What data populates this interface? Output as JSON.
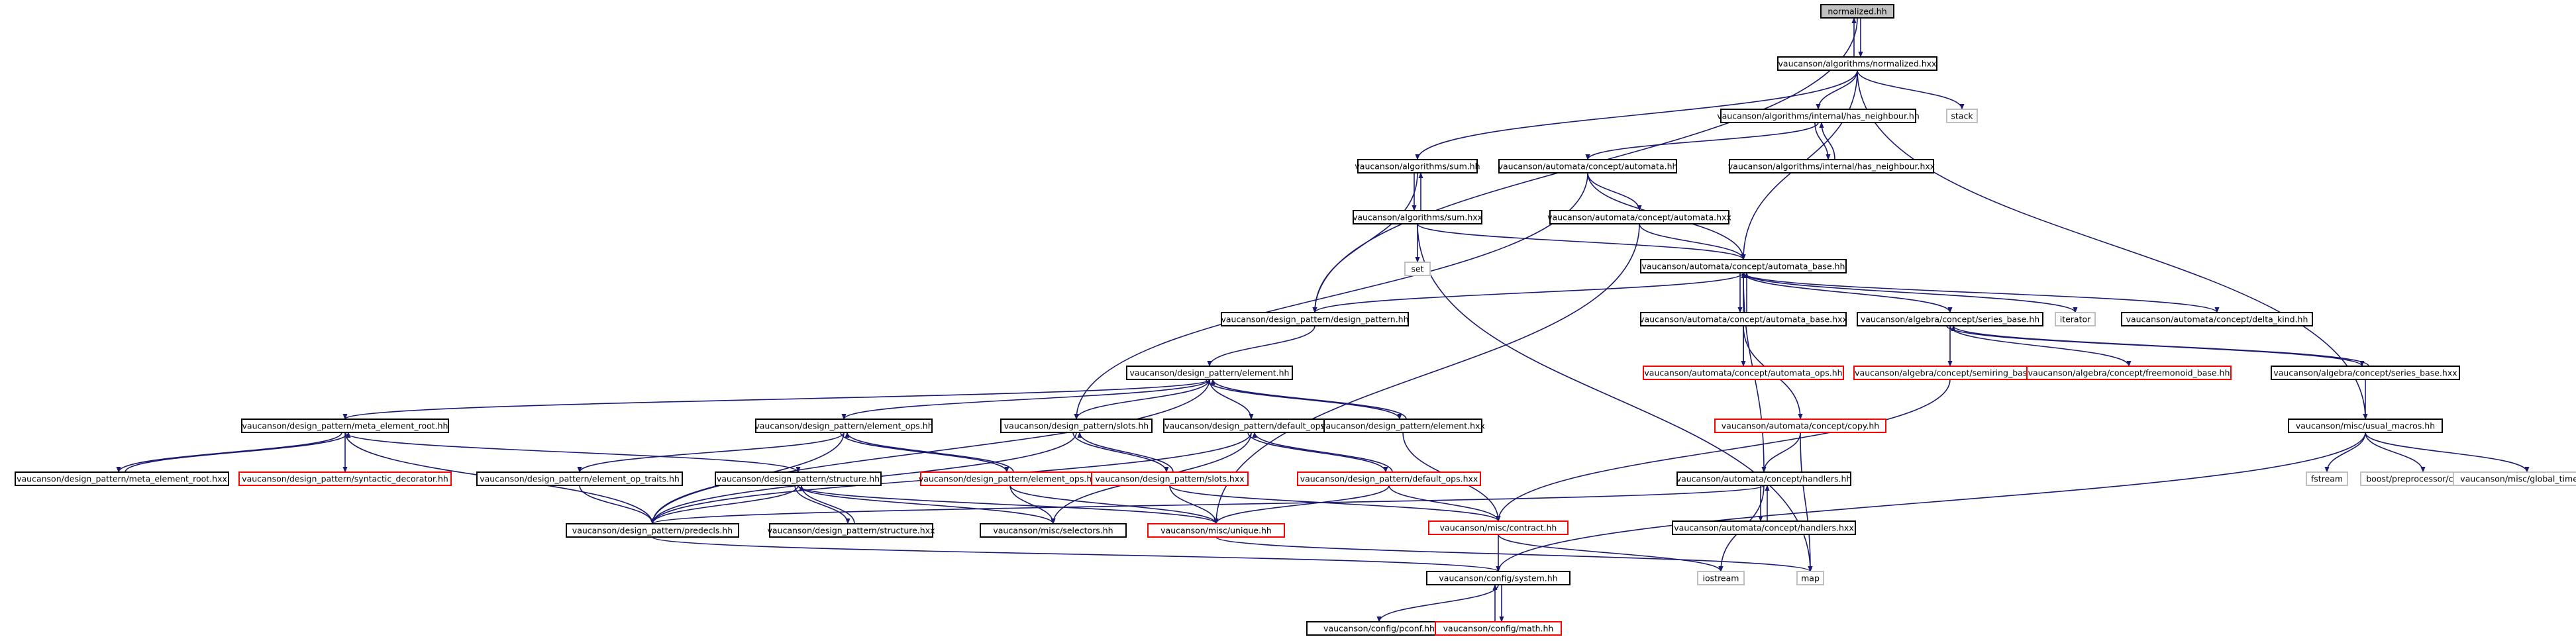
{
  "colors": {
    "edge": "#191970",
    "root_fill": "#c0c0c0",
    "border_normal": "#000000",
    "border_missing": "#ff0000",
    "border_system": "#c0c0c0"
  },
  "nodes": {
    "root": "normalized.hh",
    "normalized_hxx": "vaucanson/algorithms/normalized.hxx",
    "has_neighbour_hh": "vaucanson/algorithms/internal/has_neighbour.hh",
    "has_neighbour_hxx": "vaucanson/algorithms/internal/has_neighbour.hxx",
    "stack": "stack",
    "sum_hh": "vaucanson/algorithms/sum.hh",
    "sum_hxx": "vaucanson/algorithms/sum.hxx",
    "set": "set",
    "automata_hh": "vaucanson/automata/concept/automata.hh",
    "automata_hxx": "vaucanson/automata/concept/automata.hxx",
    "automata_base_hh": "vaucanson/automata/concept/automata_base.hh",
    "design_pattern_hh": "vaucanson/design_pattern/design_pattern.hh",
    "automata_base_hxx": "vaucanson/automata/concept/automata_base.hxx",
    "series_base_hh": "vaucanson/algebra/concept/series_base.hh",
    "iterator": "iterator",
    "delta_kind_hh": "vaucanson/automata/concept/delta_kind.hh",
    "automata_ops_hh": "vaucanson/automata/concept/automata_ops.hh",
    "semiring_base_hh": "vaucanson/algebra/concept/semiring_base.hh",
    "freemonoid_base_hh": "vaucanson/algebra/concept/freemonoid_base.hh",
    "series_base_hxx": "vaucanson/algebra/concept/series_base.hxx",
    "element_hh": "vaucanson/design_pattern/element.hh",
    "copy_hh": "vaucanson/automata/concept/copy.hh",
    "usual_macros_hh": "vaucanson/misc/usual_macros.hh",
    "meta_element_root_hh": "vaucanson/design_pattern/meta_element_root.hh",
    "element_ops_hh": "vaucanson/design_pattern/element_ops.hh",
    "slots_hh": "vaucanson/design_pattern/slots.hh",
    "default_ops_hh": "vaucanson/design_pattern/default_ops.hh",
    "element_hxx": "vaucanson/design_pattern/element.hxx",
    "meta_element_root_hxx": "vaucanson/design_pattern/meta_element_root.hxx",
    "syntactic_decorator_hh": "vaucanson/design_pattern/syntactic_decorator.hh",
    "element_op_traits_hh": "vaucanson/design_pattern/element_op_traits.hh",
    "structure_hh": "vaucanson/design_pattern/structure.hh",
    "element_ops_hxx": "vaucanson/design_pattern/element_ops.hxx",
    "slots_hxx": "vaucanson/design_pattern/slots.hxx",
    "default_ops_hxx": "vaucanson/design_pattern/default_ops.hxx",
    "handlers_hh": "vaucanson/automata/concept/handlers.hh",
    "fstream": "fstream",
    "cat_hpp": "boost/preprocessor/cat.hpp",
    "global_timer_hh": "vaucanson/misc/global_timer.hh",
    "predecls_hh": "vaucanson/design_pattern/predecls.hh",
    "structure_hxx": "vaucanson/design_pattern/structure.hxx",
    "selectors_hh": "vaucanson/misc/selectors.hh",
    "unique_hh": "vaucanson/misc/unique.hh",
    "contract_hh": "vaucanson/misc/contract.hh",
    "handlers_hxx": "vaucanson/automata/concept/handlers.hxx",
    "iostream": "iostream",
    "map": "map",
    "system_hh": "vaucanson/config/system.hh",
    "pconf_hh": "vaucanson/config/pconf.hh",
    "math_hh": "vaucanson/config/math.hh"
  }
}
